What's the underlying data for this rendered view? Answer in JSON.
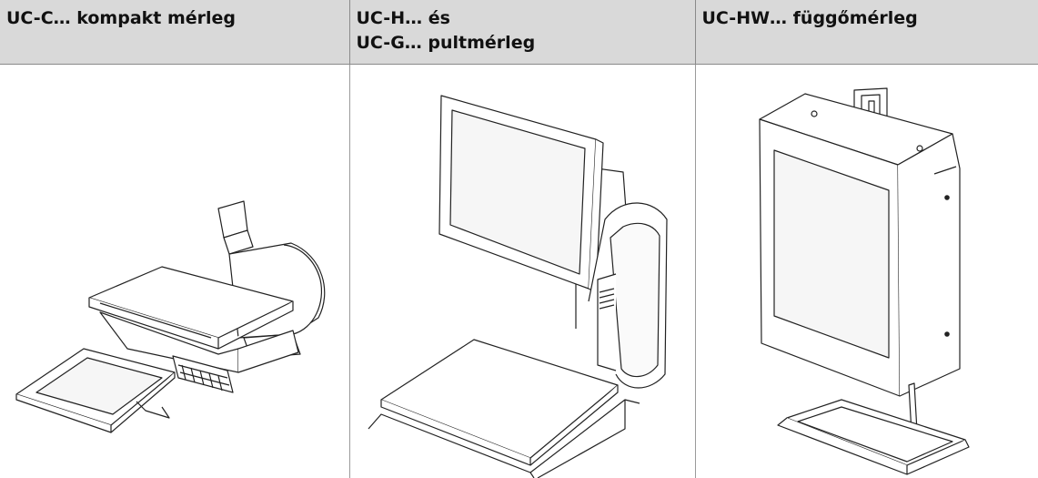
{
  "table": {
    "headers": [
      "UC-C… kompakt mérleg",
      "UC-H… és\nUC-G… pultmérleg",
      "UC-HW… függőmérleg"
    ]
  }
}
